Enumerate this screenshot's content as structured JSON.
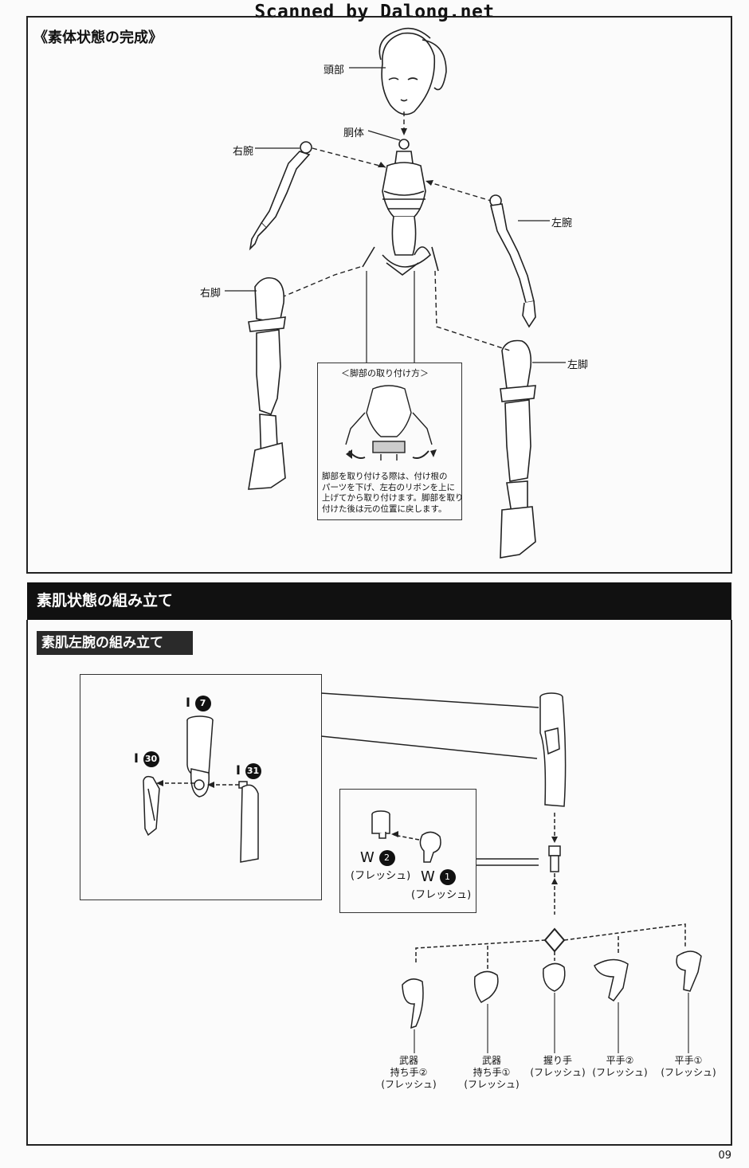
{
  "watermark": "Scanned by Dalong.net",
  "section1": {
    "title": "《素体状態の完成》",
    "labels": {
      "head": "頭部",
      "torso": "胴体",
      "right_arm": "右腕",
      "left_arm": "左腕",
      "right_leg": "右脚",
      "left_leg": "左脚"
    },
    "leg_box": {
      "title": "＜脚部の取り付け方＞",
      "note": [
        "脚部を取り付ける際は、付け根の",
        "パーツを下げ、左右のリボンを上に",
        "上げてから取り付けます。脚部を取り",
        "付けた後は元の位置に戻します。"
      ]
    }
  },
  "section2": {
    "bar_title": "素肌状態の組み立て",
    "sub_title": "素肌左腕の組み立て",
    "parts": {
      "p7": {
        "prefix": "I",
        "num": "7"
      },
      "p30": {
        "prefix": "I",
        "num": "30"
      },
      "p31": {
        "prefix": "I",
        "num": "31"
      },
      "w2": {
        "prefix": "W",
        "num": "2",
        "sub": "(フレッシュ)"
      },
      "w1": {
        "prefix": "W",
        "num": "1",
        "sub": "(フレッシュ)"
      }
    },
    "hands": [
      {
        "line1": "武器",
        "line2": "持ち手②",
        "line3": "(フレッシュ)"
      },
      {
        "line1": "武器",
        "line2": "持ち手①",
        "line3": "(フレッシュ)"
      },
      {
        "line1": "",
        "line2": "握り手",
        "line3": "(フレッシュ)"
      },
      {
        "line1": "",
        "line2": "平手②",
        "line3": "(フレッシュ)"
      },
      {
        "line1": "",
        "line2": "平手①",
        "line3": "(フレッシュ)"
      }
    ]
  },
  "page_number": "09"
}
